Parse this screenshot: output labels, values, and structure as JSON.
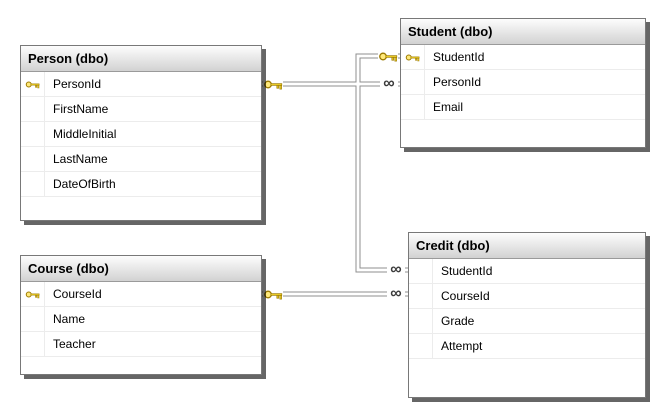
{
  "diagram": {
    "kind": "database-diagram"
  },
  "icons": {
    "infinity_glyph": "∞",
    "primary_key_icon": "key-icon"
  },
  "colors": {
    "connector_line": "#8f8f8f",
    "key_gold": "#e8c922",
    "table_border": "#787878",
    "header_gradient_top": "#fdfdfd",
    "header_gradient_bottom": "#d2d2d2",
    "shadow": "rgba(0,0,0,0.60)"
  },
  "tables": {
    "person": {
      "title": "Person (dbo)",
      "rows": [
        {
          "name": "PersonId",
          "key": true
        },
        {
          "name": "FirstName",
          "key": false
        },
        {
          "name": "MiddleInitial",
          "key": false
        },
        {
          "name": "LastName",
          "key": false
        },
        {
          "name": "DateOfBirth",
          "key": false
        }
      ]
    },
    "student": {
      "title": "Student (dbo)",
      "rows": [
        {
          "name": "StudentId",
          "key": true
        },
        {
          "name": "PersonId",
          "key": false
        },
        {
          "name": "Email",
          "key": false
        }
      ]
    },
    "course": {
      "title": "Course (dbo)",
      "rows": [
        {
          "name": "CourseId",
          "key": true
        },
        {
          "name": "Name",
          "key": false
        },
        {
          "name": "Teacher",
          "key": false
        }
      ]
    },
    "credit": {
      "title": "Credit (dbo)",
      "rows": [
        {
          "name": "StudentId",
          "key": false
        },
        {
          "name": "CourseId",
          "key": false
        },
        {
          "name": "Grade",
          "key": false
        },
        {
          "name": "Attempt",
          "key": false
        }
      ]
    }
  },
  "relationships": [
    {
      "one_side": "Person",
      "many_side": "Student"
    },
    {
      "one_side": "Student",
      "many_side": "Credit"
    },
    {
      "one_side": "Course",
      "many_side": "Credit"
    }
  ]
}
